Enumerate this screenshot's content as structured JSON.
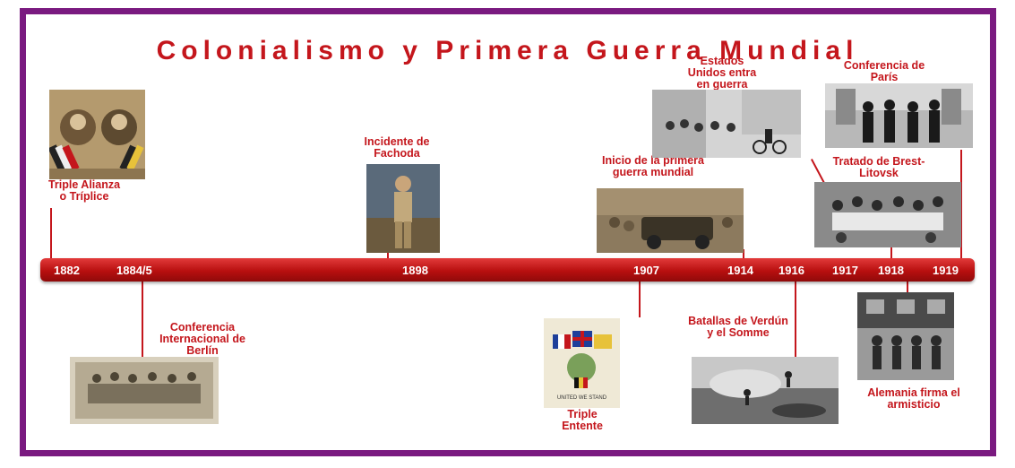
{
  "title": "Colonialismo y Primera Guerra Mundial",
  "colors": {
    "frame": "#7a1a80",
    "accent": "#c4161c",
    "bar": "#b80f0f"
  },
  "years": [
    "1882",
    "1884/5",
    "1898",
    "1907",
    "1914",
    "1916",
    "1917",
    "1918",
    "1919"
  ],
  "events": {
    "triple_alianza": "Triple Alianza o Tríplice",
    "conferencia_berlin": "Conferencia Internacional de Berlín",
    "fachoda": "Incidente de Fachoda",
    "triple_entente": "Triple Entente",
    "inicio_guerra": "Inicio de la primera guerra mundial",
    "verdun_somme": "Batallas de Verdún y el Somme",
    "estados_unidos": "Estados Unidos entra en guerra",
    "brest_litovsk": "Tratado de Brest-Litovsk",
    "armisticio": "Alemania firma el armisticio",
    "conferencia_paris": "Conferencia de París"
  },
  "poster_text": "UNITED WE STAND"
}
